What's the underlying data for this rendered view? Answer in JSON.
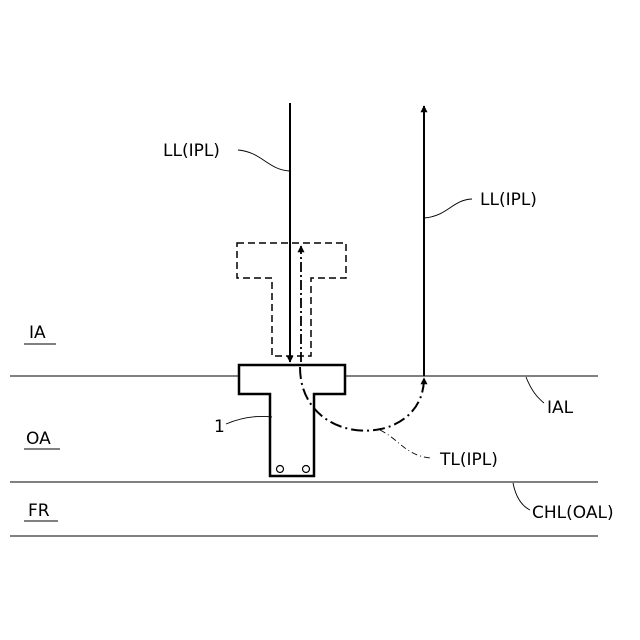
{
  "labels": {
    "ll_left": "LL(IPL)",
    "ll_right": "LL(IPL)",
    "tl": "TL(IPL)",
    "ial": "IAL",
    "chl": "CHL(OAL)",
    "part": "1",
    "zone_ia": "IA",
    "zone_oa": "OA",
    "zone_fr": "FR"
  }
}
